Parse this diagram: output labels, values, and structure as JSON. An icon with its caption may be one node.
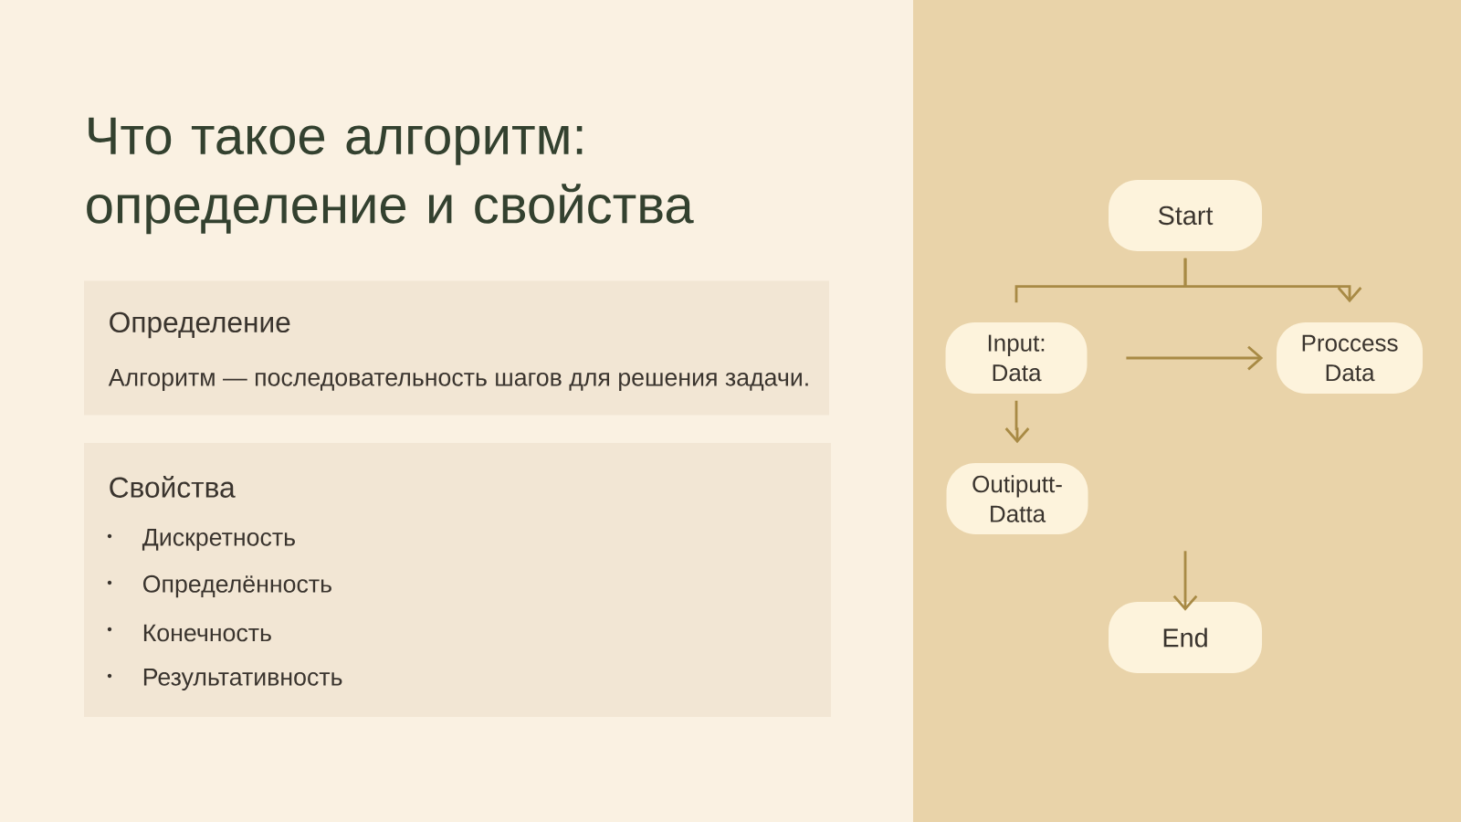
{
  "diagram": {
    "title": "Что такое алгоритм: определение и свойства",
    "nodes": [
      {
        "text": [
          "Определение",
          "Алгоритм — последовательность шагов для решения задачи."
        ]
      },
      {
        "text": [
          "Свойства",
          "Дискретность",
          "Определённость",
          "Конечность",
          "Результативность"
        ]
      },
      {
        "text": [
          "Start"
        ]
      },
      {
        "text": [
          "Input: Data"
        ]
      },
      {
        "text": [
          "Proccess Data"
        ]
      },
      {
        "text": [
          "Outiputt-Datta"
        ]
      },
      {
        "text": [
          "End"
        ]
      }
    ],
    "edges": [
      {
        "from": 2,
        "to": 3,
        "arrow": "none"
      },
      {
        "from": 2,
        "to": 4,
        "arrow": "to"
      },
      {
        "from": 3,
        "to": 4,
        "arrow": "to"
      },
      {
        "from": 3,
        "to": 5,
        "arrow": "to"
      },
      {
        "from": null,
        "to": 6,
        "arrow": "to"
      }
    ]
  }
}
